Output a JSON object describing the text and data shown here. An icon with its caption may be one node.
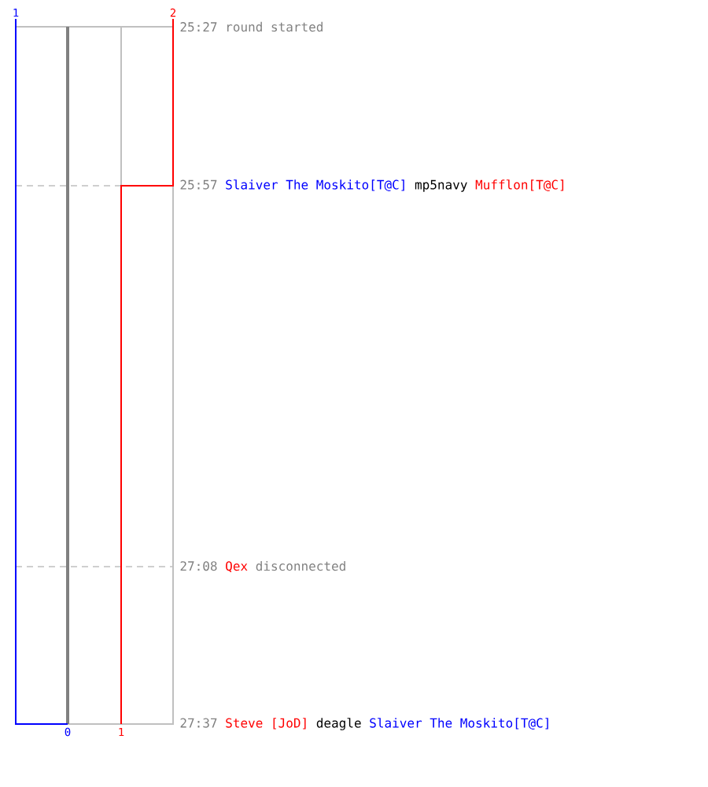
{
  "diagram": {
    "labels": [
      "1",
      "2",
      "25:27",
      "round started",
      "25:57",
      "Slaiver The Moskito[T@C]",
      "mp5navy",
      "Mufflon[T@C]",
      "27:08",
      "Qex",
      "disconnected",
      "27:37",
      "Steve [JoD]",
      "deagle",
      "Slaiver The Moskito[T@C]",
      "0",
      "1"
    ]
  }
}
